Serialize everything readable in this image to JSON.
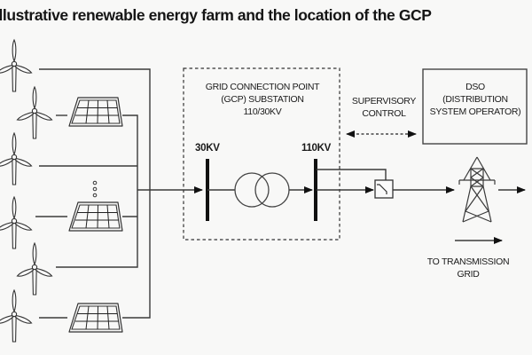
{
  "title": "Illustrative renewable energy farm and the location of the GCP",
  "gcp": {
    "label_line1": "GRID CONNECTION POINT",
    "label_line2": "(GCP) SUBSTATION",
    "label_line3": "110/30KV",
    "bus_low_label": "30KV",
    "bus_high_label": "110KV"
  },
  "supervisory": {
    "line1": "SUPERVISORY",
    "line2": "CONTROL"
  },
  "dso": {
    "line1": "DSO",
    "line2": "(DISTRIBUTION",
    "line3": "SYSTEM OPERATOR)"
  },
  "transmission": {
    "line1": "TO TRANSMISSION",
    "line2": "GRID"
  },
  "generators": [
    {
      "type": "wind-turbine",
      "row": 1
    },
    {
      "type": "wind-turbine",
      "row": 2,
      "with_solar": true
    },
    {
      "type": "wind-turbine",
      "row": 3
    },
    {
      "type": "wind-turbine",
      "row": 4,
      "with_solar": true
    },
    {
      "type": "wind-turbine",
      "row": 5
    },
    {
      "type": "wind-turbine",
      "row": 6,
      "with_solar": true
    }
  ],
  "colors": {
    "background": "#f8f8f7",
    "line": "#3a3a3a",
    "text": "#1a1a1a"
  }
}
